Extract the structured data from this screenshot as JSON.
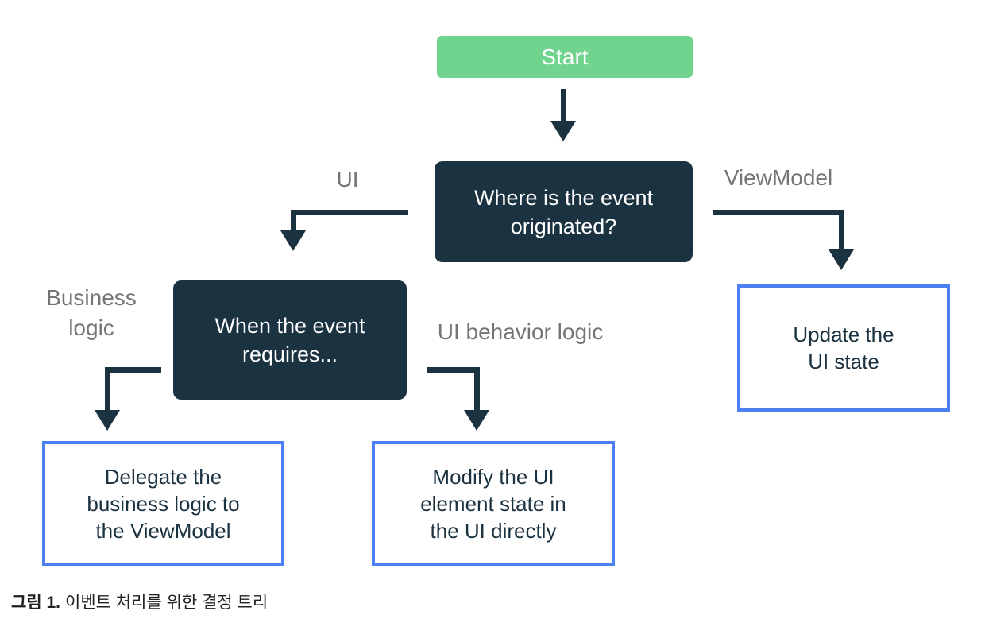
{
  "colors": {
    "green": "#70d38e",
    "navy": "#1b3241",
    "blue": "#4a80f2",
    "gray_label": "#757575",
    "caption_text": "#202124"
  },
  "diagram": {
    "nodes": {
      "start": {
        "label": "Start"
      },
      "origin_question": {
        "lines": [
          "Where is the event",
          "originated?"
        ]
      },
      "requires_question": {
        "lines": [
          "When the event",
          "requires..."
        ]
      },
      "update_ui_state": {
        "lines": [
          "Update the",
          "UI state"
        ]
      },
      "delegate_business_logic": {
        "lines": [
          "Delegate the",
          "business logic to",
          "the ViewModel"
        ]
      },
      "modify_ui_directly": {
        "lines": [
          "Modify the UI",
          "element state in",
          "the UI directly"
        ]
      }
    },
    "edge_labels": {
      "ui": "UI",
      "viewmodel": "ViewModel",
      "business_logic": {
        "lines": [
          "Business",
          "logic"
        ]
      },
      "ui_behavior_logic": "UI behavior logic"
    },
    "caption": {
      "figure_label": "그림 1.",
      "text": "이벤트 처리를 위한 결정 트리"
    }
  }
}
